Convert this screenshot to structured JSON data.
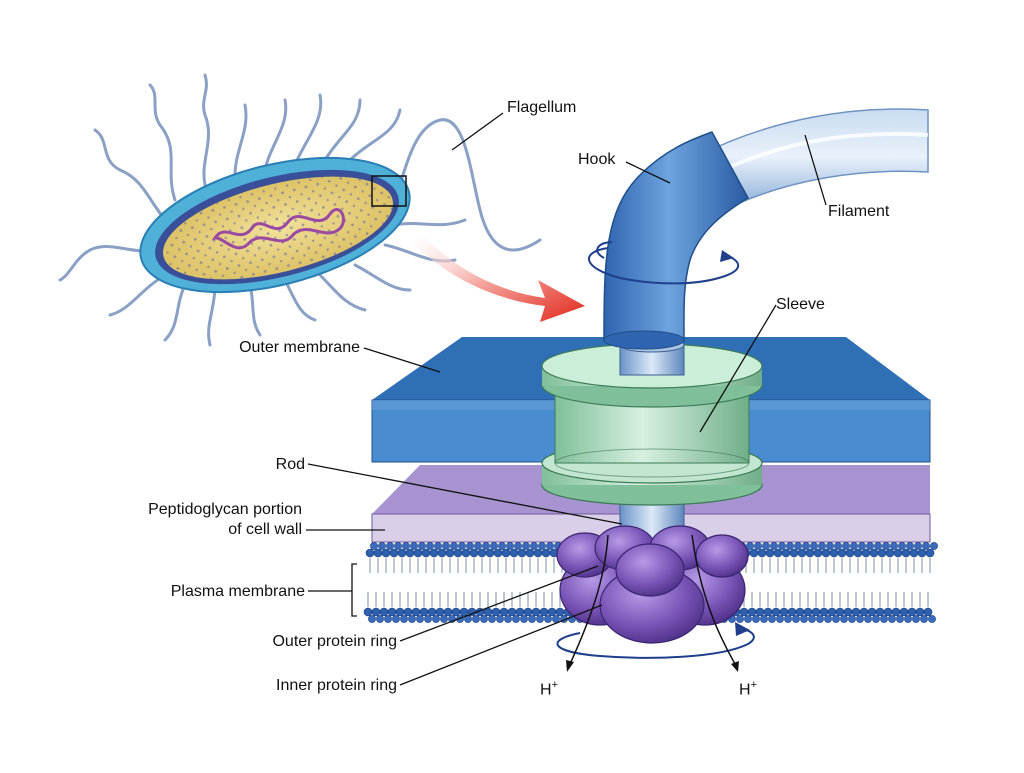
{
  "labels": {
    "flagellum": "Flagellum",
    "hook": "Hook",
    "filament": "Filament",
    "sleeve": "Sleeve",
    "outer_membrane": "Outer membrane",
    "rod": "Rod",
    "peptidoglycan_line1": "Peptidoglycan portion",
    "peptidoglycan_line2": "of cell wall",
    "plasma_membrane": "Plasma membrane",
    "outer_protein_ring": "Outer protein ring",
    "inner_protein_ring": "Inner protein ring",
    "proton_left": "H",
    "proton_right": "H",
    "proton_charge": "+"
  },
  "colors": {
    "outer_membrane": "#2f6fb6",
    "peptidoglycan": "#b9a9d6",
    "sleeve": "#9fd3b4",
    "hook": "#4a86c8",
    "filament": "#a9c6e6",
    "protein_ring": "#6a4aa6",
    "arrow": "#e8362b",
    "cytoplasm": "#e8cf7a",
    "cell_envelope": "#5bb2d6"
  }
}
